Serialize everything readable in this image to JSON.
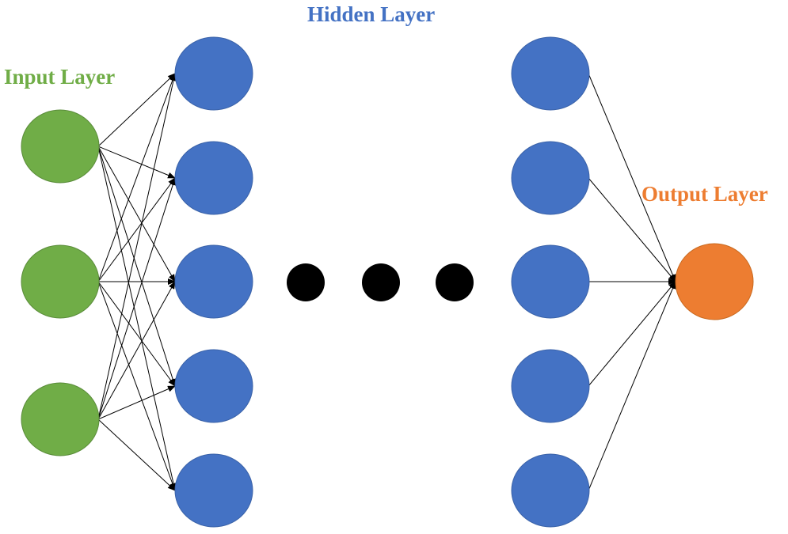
{
  "labels": {
    "input": "Input Layer",
    "hidden": "Hidden Layer",
    "output": "Output Layer"
  },
  "colors": {
    "input": "#70AD47",
    "input_stroke": "#5A8C3A",
    "hidden": "#4472C4",
    "hidden_stroke": "#3A62A8",
    "output": "#ED7D31",
    "output_stroke": "#C8691F",
    "ellipsis": "#000000",
    "edge": "#000000"
  },
  "network": {
    "input_nodes": 3,
    "first_hidden_nodes": 5,
    "last_hidden_nodes": 5,
    "output_nodes": 1,
    "ellipsis_dots": 3
  }
}
